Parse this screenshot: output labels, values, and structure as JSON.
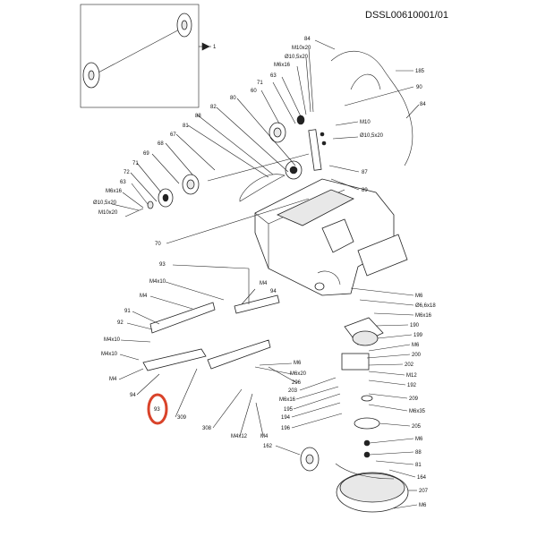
{
  "header": {
    "code": "DSSL00610001/01"
  },
  "inset": {
    "callout": "1"
  },
  "highlight": {
    "label": "93",
    "color": "#d9432a"
  },
  "labels": [
    {
      "id": "l84a",
      "text": "84"
    },
    {
      "id": "l185",
      "text": "185"
    },
    {
      "id": "lM10x20a",
      "text": "M10x20"
    },
    {
      "id": "lO105a",
      "text": "Ø10,5x20"
    },
    {
      "id": "lM6x16a",
      "text": "M6x16"
    },
    {
      "id": "l63a",
      "text": "63"
    },
    {
      "id": "l71a",
      "text": "71"
    },
    {
      "id": "l60",
      "text": "60"
    },
    {
      "id": "l80",
      "text": "80"
    },
    {
      "id": "l82",
      "text": "82"
    },
    {
      "id": "l88a",
      "text": "88"
    },
    {
      "id": "l81a",
      "text": "81"
    },
    {
      "id": "l67",
      "text": "67"
    },
    {
      "id": "l68",
      "text": "68"
    },
    {
      "id": "l69",
      "text": "69"
    },
    {
      "id": "l71b",
      "text": "71"
    },
    {
      "id": "l72",
      "text": "72"
    },
    {
      "id": "l63b",
      "text": "63"
    },
    {
      "id": "lM6x16b",
      "text": "M6x16"
    },
    {
      "id": "lO105b",
      "text": "Ø10,5x20"
    },
    {
      "id": "lM10x20b",
      "text": "M10x20"
    },
    {
      "id": "l90",
      "text": "90"
    },
    {
      "id": "l84b",
      "text": "84"
    },
    {
      "id": "lM10",
      "text": "M10"
    },
    {
      "id": "lO105c",
      "text": "Ø10,5x20"
    },
    {
      "id": "l87",
      "text": "87"
    },
    {
      "id": "l89",
      "text": "89"
    },
    {
      "id": "l70",
      "text": "70"
    },
    {
      "id": "l93a",
      "text": "93"
    },
    {
      "id": "lM4x10a",
      "text": "M4x10"
    },
    {
      "id": "lM4a",
      "text": "M4"
    },
    {
      "id": "l94a",
      "text": "94"
    },
    {
      "id": "lM4b",
      "text": "M4"
    },
    {
      "id": "l91",
      "text": "91"
    },
    {
      "id": "l92",
      "text": "92"
    },
    {
      "id": "lM4x10b",
      "text": "M4x10"
    },
    {
      "id": "lM4x10c",
      "text": "M4x10"
    },
    {
      "id": "lM4c",
      "text": "M4"
    },
    {
      "id": "l94b",
      "text": "94"
    },
    {
      "id": "l309",
      "text": "309"
    },
    {
      "id": "l308",
      "text": "308"
    },
    {
      "id": "lM4x12",
      "text": "M4x12"
    },
    {
      "id": "lM4d",
      "text": "M4"
    },
    {
      "id": "lM6a",
      "text": "M6"
    },
    {
      "id": "lM6x20",
      "text": "M6x20"
    },
    {
      "id": "l296",
      "text": "296"
    },
    {
      "id": "l203",
      "text": "203"
    },
    {
      "id": "lM6x16c",
      "text": "M6x16"
    },
    {
      "id": "l195",
      "text": "195"
    },
    {
      "id": "l194",
      "text": "194"
    },
    {
      "id": "l196",
      "text": "196"
    },
    {
      "id": "l162",
      "text": "162"
    },
    {
      "id": "lM6b",
      "text": "M6"
    },
    {
      "id": "lO66",
      "text": "Ø6,6x18"
    },
    {
      "id": "lM6x16d",
      "text": "M6x16"
    },
    {
      "id": "l190",
      "text": "190"
    },
    {
      "id": "l199",
      "text": "199"
    },
    {
      "id": "lM6c",
      "text": "M6"
    },
    {
      "id": "l200",
      "text": "200"
    },
    {
      "id": "l202",
      "text": "202"
    },
    {
      "id": "lM12",
      "text": "M12"
    },
    {
      "id": "l192",
      "text": "192"
    },
    {
      "id": "l209",
      "text": "209"
    },
    {
      "id": "lM6x35",
      "text": "M6x35"
    },
    {
      "id": "l205",
      "text": "205"
    },
    {
      "id": "lM6d",
      "text": "M6"
    },
    {
      "id": "l88b",
      "text": "88"
    },
    {
      "id": "l81b",
      "text": "81"
    },
    {
      "id": "l164",
      "text": "164"
    },
    {
      "id": "l207",
      "text": "207"
    },
    {
      "id": "lM6e",
      "text": "M6"
    }
  ]
}
